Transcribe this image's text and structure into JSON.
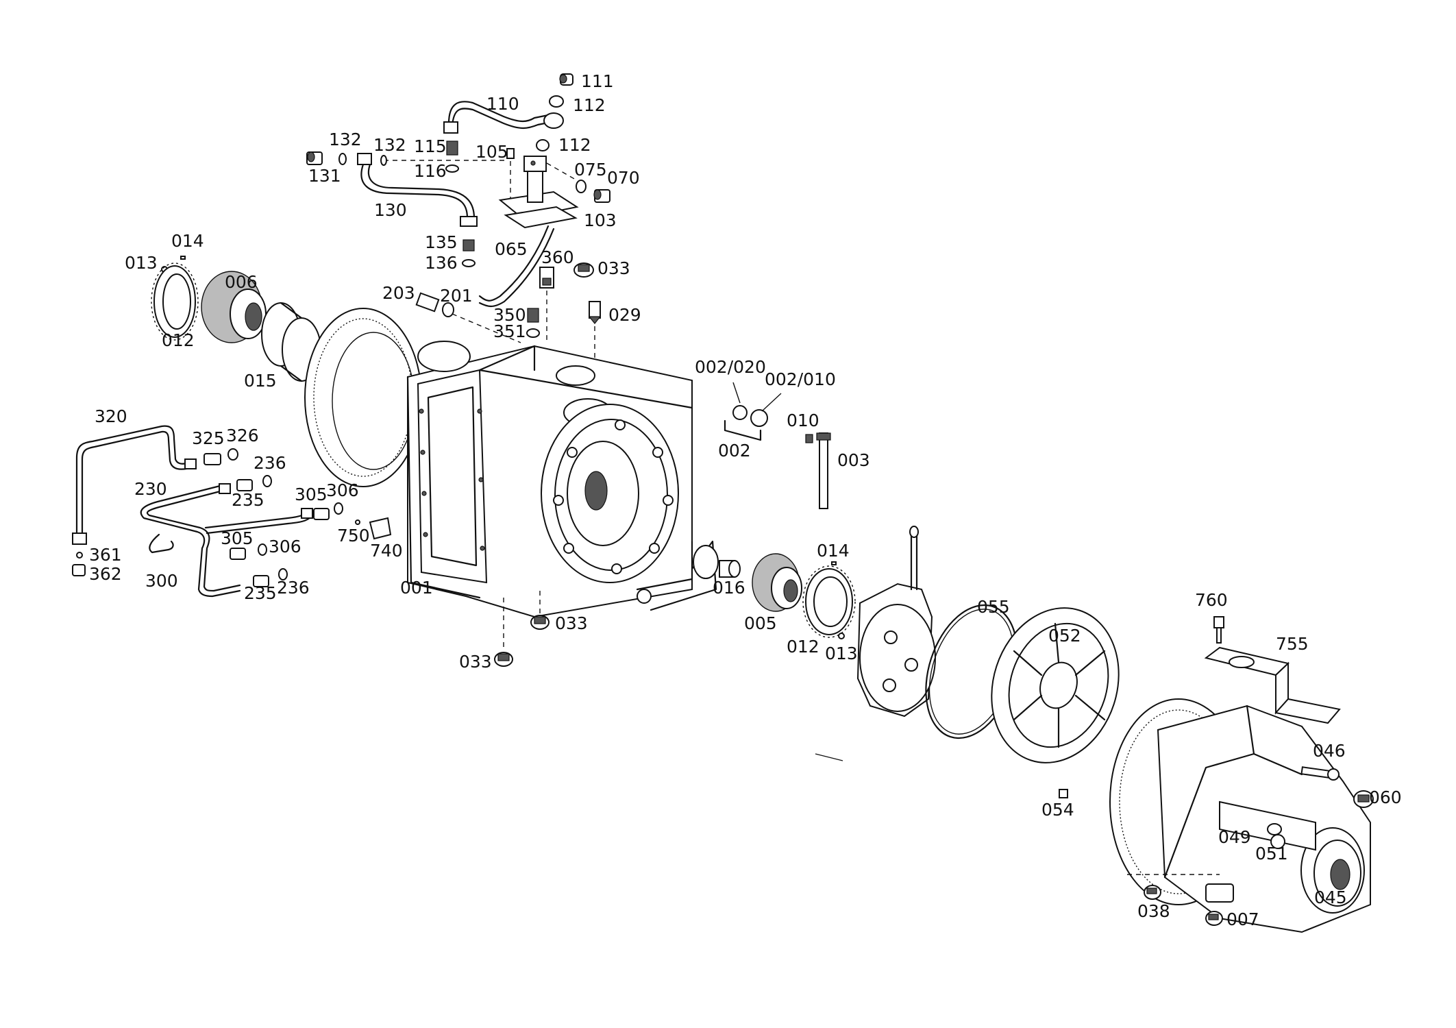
{
  "labels": {
    "p111": "111",
    "p112a": "112",
    "p110": "110",
    "p112b": "112",
    "p132a": "132",
    "p132b": "132",
    "p131": "131",
    "p115": "115",
    "p116": "116",
    "p105": "105",
    "p075": "075",
    "p070": "070",
    "p130": "130",
    "p103": "103",
    "p135": "135",
    "p136": "136",
    "p065": "065",
    "p360": "360",
    "p033a": "033",
    "p014a": "014",
    "p013a": "013",
    "p006": "006",
    "p012a": "012",
    "p015": "015",
    "p203": "203",
    "p201": "201",
    "p350": "350",
    "p351": "351",
    "p029": "029",
    "p002_020": "002/020",
    "p002_010": "002/010",
    "p002": "002",
    "p010": "010",
    "p003": "003",
    "p320": "320",
    "p325": "325",
    "p326": "326",
    "p236a": "236",
    "p230": "230",
    "p235a": "235",
    "p305a": "305",
    "p306a": "306",
    "p750": "750",
    "p740": "740",
    "p305b": "305",
    "p306b": "306",
    "p361": "361",
    "p362": "362",
    "p300": "300",
    "p235b": "235",
    "p236b": "236",
    "p001": "001",
    "p033b": "033",
    "p033c": "033",
    "p016": "016",
    "p014b": "014",
    "p005": "005",
    "p012b": "012",
    "p013b": "013",
    "p055": "055",
    "p052": "052",
    "p054": "054",
    "p760": "760",
    "p755": "755",
    "p046": "046",
    "p060": "060",
    "p049": "049",
    "p051": "051",
    "p038": "038",
    "p007": "007",
    "p045": "045"
  }
}
